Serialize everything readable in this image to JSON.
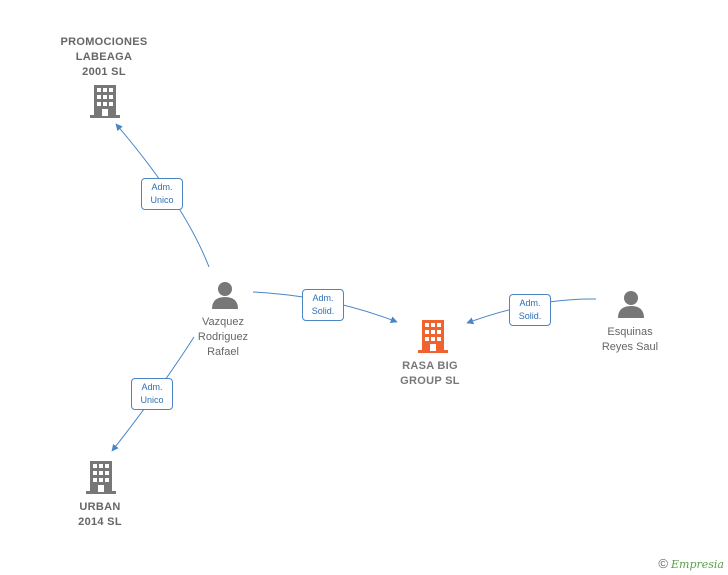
{
  "nodes": {
    "promociones": {
      "lines": [
        "PROMOCIONES",
        "LABEAGA",
        "2001  SL"
      ],
      "icon": "building-icon",
      "color": "#777777"
    },
    "urban": {
      "lines": [
        "URBAN",
        "2014  SL"
      ],
      "icon": "building-icon",
      "color": "#777777"
    },
    "rasa": {
      "lines": [
        "RASA BIG",
        "GROUP  SL"
      ],
      "icon": "building-icon",
      "color": "#f0622e"
    },
    "vazquez": {
      "lines": [
        "Vazquez",
        "Rodriguez",
        "Rafael"
      ],
      "icon": "person-icon",
      "color": "#777777"
    },
    "esquinas": {
      "lines": [
        "Esquinas",
        "Reyes Saul"
      ],
      "icon": "person-icon",
      "color": "#777777"
    }
  },
  "edges": {
    "to_promociones": [
      "Adm.",
      "Unico"
    ],
    "to_urban": [
      "Adm.",
      "Unico"
    ],
    "vazquez_to_rasa": [
      "Adm.",
      "Solid."
    ],
    "esquinas_to_rasa": [
      "Adm.",
      "Solid."
    ]
  },
  "colors": {
    "edge": "#4a86c5"
  },
  "footer": {
    "copyright": "©",
    "brand": "Empresia"
  }
}
